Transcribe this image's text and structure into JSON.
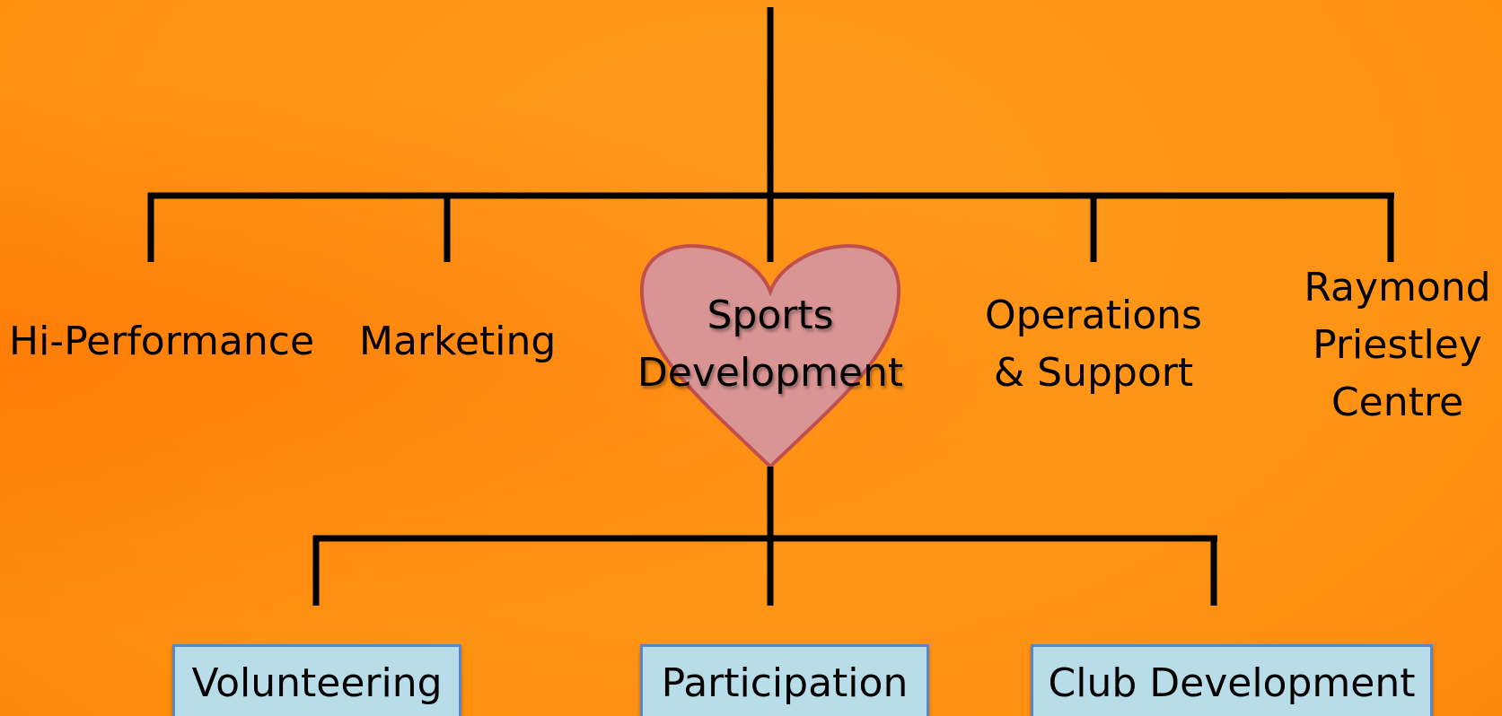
{
  "diagram": {
    "departments": [
      {
        "id": "hi-performance",
        "label": "Hi-Performance"
      },
      {
        "id": "marketing",
        "label": "Marketing"
      },
      {
        "id": "sports-development",
        "label": "Sports Development",
        "lines": [
          "Sports",
          "Development"
        ]
      },
      {
        "id": "operations-support",
        "label": "Operations & Support",
        "lines": [
          "Operations",
          "& Support"
        ]
      },
      {
        "id": "raymond-priestley-centre",
        "label": "Raymond Priestley Centre",
        "lines": [
          "Raymond",
          "Priestley",
          "Centre"
        ]
      }
    ],
    "sub_teams": [
      {
        "id": "volunteering",
        "label": "Volunteering"
      },
      {
        "id": "participation",
        "label": "Participation"
      },
      {
        "id": "club-development",
        "label": "Club Development"
      }
    ],
    "colors": {
      "background": "#ff9313",
      "connector": "#000000",
      "heart_fill": "#d99593",
      "heart_stroke": "#c0504d",
      "box_fill": "#b9dde8",
      "box_border": "#5a86c6"
    }
  }
}
